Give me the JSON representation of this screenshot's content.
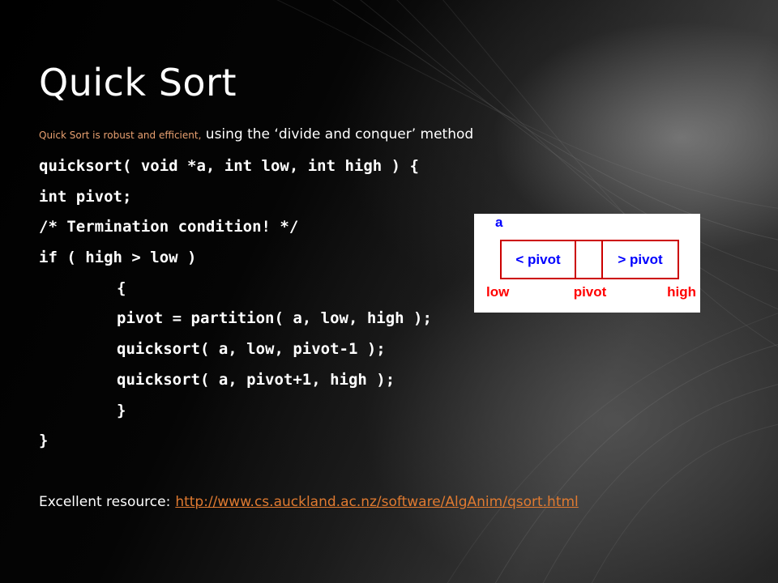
{
  "slide": {
    "title": "Quick Sort",
    "intro_small": "Quick Sort is robust and efficient,",
    "intro_main": "using the ‘divide and conquer’ method",
    "code_lines": [
      "quicksort( void *a, int low, int high ) {",
      "int pivot;",
      "/* Termination condition! */",
      "if ( high > low )",
      "{",
      "pivot = partition( a, low, high );",
      "quicksort( a, low, pivot-1 );",
      "quicksort( a, pivot+1, high );",
      "}",
      "}"
    ],
    "footer_label": "Excellent resource:",
    "footer_link": "http://www.cs.auckland.ac.nz/software/AlgAnim/qsort.html"
  },
  "diagram": {
    "array_label": "a",
    "left_cell": "< pivot",
    "right_cell": "> pivot",
    "low_label": "low",
    "pivot_label": "pivot",
    "high_label": "high",
    "label_color": "#ff0000",
    "array_label_color": "#0000ff",
    "cell_text_color": "#0000ff",
    "border_color": "#cc0000"
  },
  "colors": {
    "background": "#000000",
    "text": "#ffffff",
    "accent": "#e07a30"
  }
}
